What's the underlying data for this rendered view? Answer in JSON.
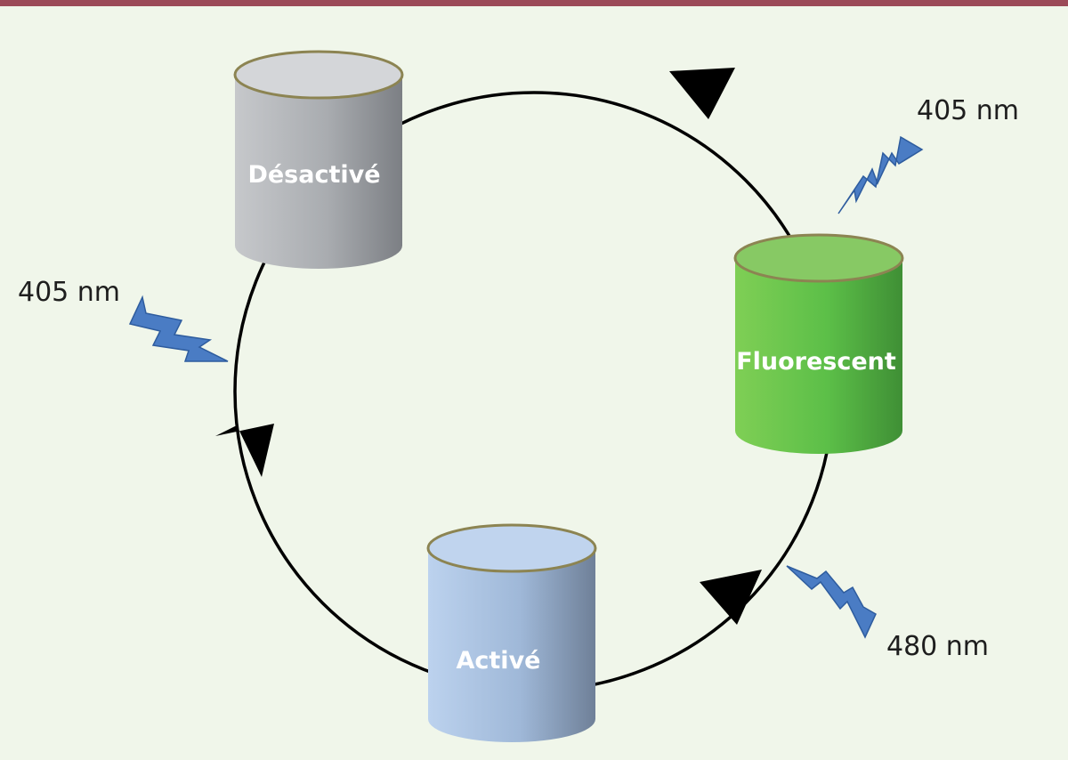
{
  "states": {
    "deactivated": {
      "label": "Désactivé"
    },
    "fluorescent": {
      "label": "Fluorescent"
    },
    "activated": {
      "label": "Activé"
    }
  },
  "illuminations": {
    "top_right": {
      "label": "405 nm"
    },
    "left": {
      "label": "405 nm"
    },
    "bottom_right": {
      "label": "480 nm"
    }
  },
  "colors": {
    "background": "#f0f6ea",
    "top_bar": "#9b4a58",
    "deactivated": "#a9acb0",
    "fluorescent": "#5cbf48",
    "activated": "#9fb8d8",
    "lightning": "#4a7cc4",
    "cycle_line": "#000000"
  }
}
